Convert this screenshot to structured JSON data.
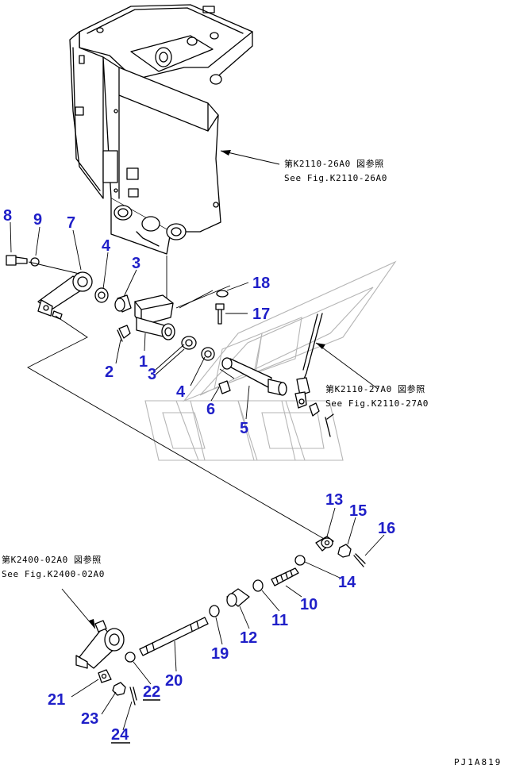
{
  "diagram": {
    "drawing_code": "PJ1A819",
    "references": [
      {
        "id": "k2110-26a0",
        "jp": "第K2110-26A0 図参照",
        "en": "See Fig.K2110-26A0"
      },
      {
        "id": "k2110-27a0",
        "jp": "第K2110-27A0 図参照",
        "en": "See Fig.K2110-27A0"
      },
      {
        "id": "k2400-02a0",
        "jp": "第K2400-02A0 図参照",
        "en": "See Fig.K2400-02A0"
      }
    ],
    "callouts": [
      "1",
      "2",
      "3",
      "3",
      "4",
      "4",
      "5",
      "6",
      "7",
      "8",
      "9",
      "10",
      "11",
      "12",
      "13",
      "14",
      "15",
      "16",
      "17",
      "18",
      "19",
      "20",
      "21",
      "22",
      "23",
      "24"
    ]
  }
}
